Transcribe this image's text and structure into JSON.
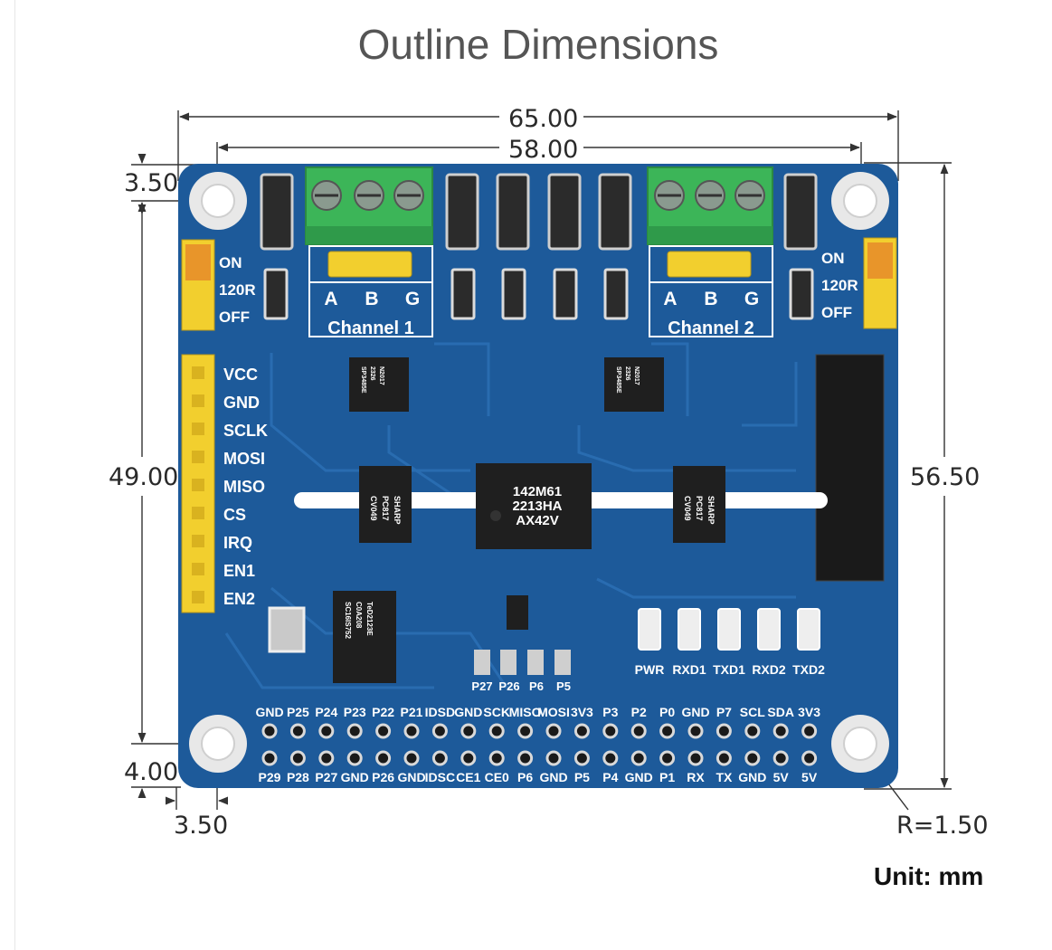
{
  "title": "Outline Dimensions",
  "unit": "Unit: mm",
  "dimensions": {
    "width_total": "65.00",
    "hole_spacing_x": "58.00",
    "hole_spacing_y": "49.00",
    "height_total": "56.50",
    "top_offset": "3.50",
    "bottom_offset": "4.00",
    "left_offset": "3.50",
    "corner_radius": "R=1.50"
  },
  "board": {
    "colors": {
      "pcb": "#1d5a9a",
      "terminal": "#3cb558",
      "header_yellow": "#f2cf2e"
    },
    "left_jumper": [
      "ON",
      "120R",
      "OFF"
    ],
    "right_jumper": [
      "ON",
      "120R",
      "OFF"
    ],
    "channel1": {
      "pins": [
        "A",
        "B",
        "G"
      ],
      "label": "Channel  1"
    },
    "channel2": {
      "pins": [
        "A",
        "B",
        "G"
      ],
      "label": "Channel  2"
    },
    "spi_header": [
      "VCC",
      "GND",
      "SCLK",
      "MOSI",
      "MISO",
      "CS",
      "IRQ",
      "EN1",
      "EN2"
    ],
    "leds": [
      "PWR",
      "RXD1",
      "TXD1",
      "RXD2",
      "TXD2"
    ],
    "pads": [
      "P27",
      "P26",
      "P6",
      "P5"
    ],
    "gpio_top": [
      "GND",
      "P25",
      "P24",
      "P23",
      "P22",
      "P21",
      "IDSD",
      "GND",
      "SCK",
      "MISO",
      "MOSI",
      "3V3",
      "P3",
      "P2",
      "P0",
      "GND",
      "P7",
      "SCL",
      "SDA",
      "3V3"
    ],
    "gpio_bottom": [
      "P29",
      "P28",
      "P27",
      "GND",
      "P26",
      "GND",
      "IDSC",
      "CE1",
      "CE0",
      "P6",
      "GND",
      "P5",
      "P4",
      "GND",
      "P1",
      "RX",
      "TX",
      "GND",
      "5V",
      "5V"
    ],
    "chip_labels": {
      "main_chip": [
        "142M61",
        "2213HA",
        "AX42V"
      ],
      "isolator_left": [
        "CV049",
        "PC817",
        "SHARP"
      ],
      "isolator_right": [
        "CV049",
        "PC817",
        "SHARP"
      ],
      "transceiver_left": [
        "SP3485E",
        "2326",
        "N2017"
      ],
      "transceiver_right": [
        "SP3485E",
        "2326",
        "N2017"
      ],
      "uart_chip": [
        "SC16IS752",
        "C0A208",
        "TeD2123E"
      ]
    }
  }
}
